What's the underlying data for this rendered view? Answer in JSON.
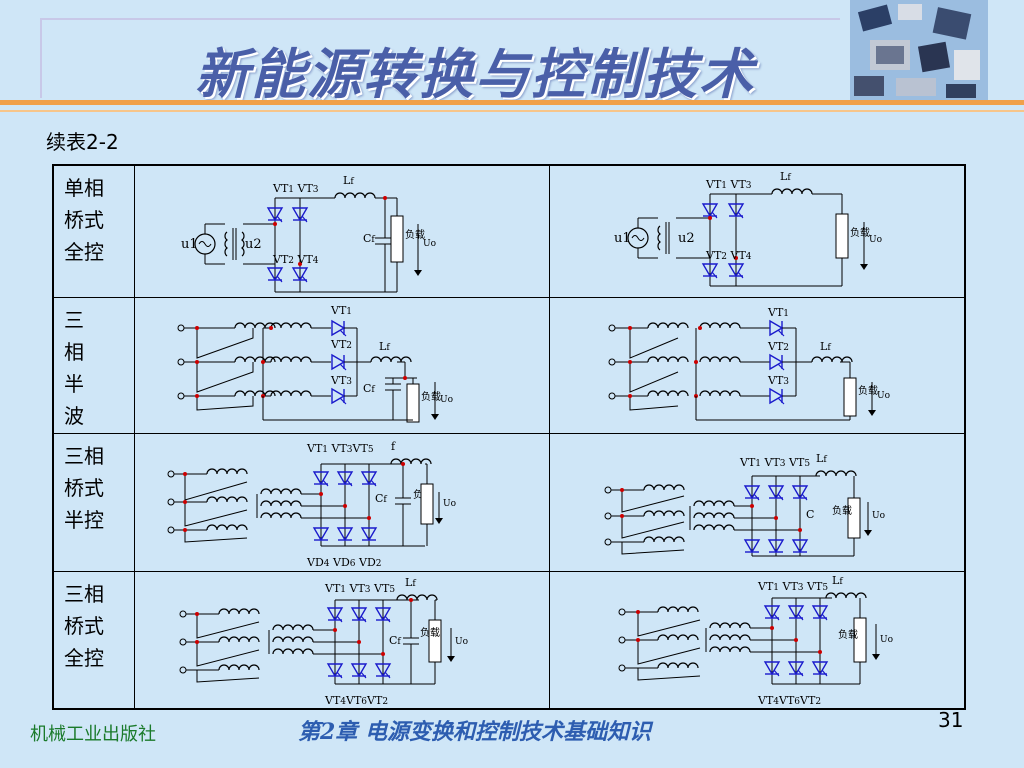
{
  "header": {
    "title": "新能源转换与控制技术",
    "subtitle": "续表2-2"
  },
  "rows": [
    {
      "label": [
        "单相",
        "桥式",
        "全控"
      ]
    },
    {
      "label": [
        "三",
        "相",
        "半",
        "波"
      ]
    },
    {
      "label": [
        "三相",
        "桥式",
        "半控"
      ]
    },
    {
      "label": [
        "三相",
        "桥式",
        "全控"
      ]
    }
  ],
  "circuit": {
    "load": "负载",
    "uo": "Uo",
    "u1": "u1",
    "u2": "u2",
    "lf": "Lf",
    "cf": "Cf",
    "c": "C",
    "vt1": "VT1",
    "vt2": "VT2",
    "vt3": "VT3",
    "vt4": "VT4",
    "vt5": "VT5",
    "vt6": "VT6",
    "vd2": "VD2",
    "vd4": "VD4",
    "vd6": "VD6",
    "f": "f"
  },
  "footer": {
    "publisher": "机械工业出版社",
    "chapter": "第2章  电源变换和控制技术基础知识",
    "page": "31"
  },
  "colors": {
    "background": "#cfe6f7",
    "title": "#4a5fa8",
    "accent_rule": "#f0a04a",
    "thyristor": "#1a1acc",
    "publisher": "#1a7a2a",
    "chapter": "#2d5db0"
  }
}
